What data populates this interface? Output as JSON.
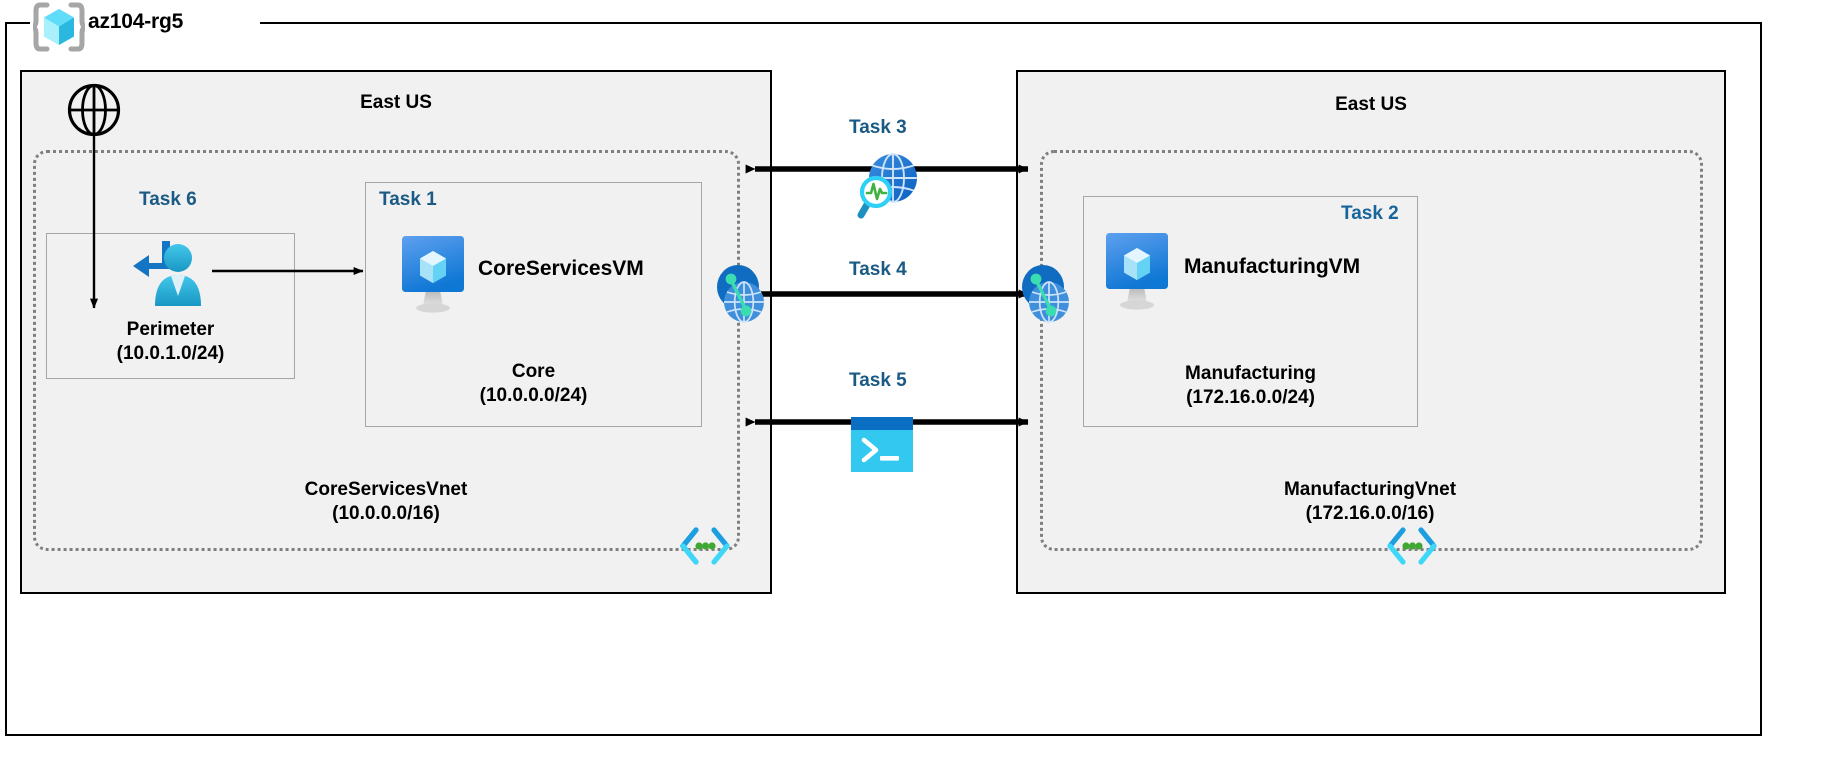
{
  "resource_group": {
    "name": "az104-rg5",
    "icon": "azure-resource-group-cube-icon"
  },
  "regions": [
    {
      "id": "left",
      "label": "East US"
    },
    {
      "id": "right",
      "label": "East US"
    }
  ],
  "vnets": [
    {
      "id": "coreservices",
      "name": "CoreServicesVnet",
      "cidr": "(10.0.0.0/16)",
      "corner_icon": "vnet-code-brackets-icon"
    },
    {
      "id": "manufacturing",
      "name": "ManufacturingVnet",
      "cidr": "(172.16.0.0/16)",
      "corner_icon": "vnet-code-brackets-icon"
    }
  ],
  "subnets": [
    {
      "id": "perimeter",
      "name": "Perimeter",
      "cidr": "(10.0.1.0/24)"
    },
    {
      "id": "core",
      "name": "Core",
      "cidr": "(10.0.0.0/24)"
    },
    {
      "id": "manufacturing",
      "name": "Manufacturing",
      "cidr": "(172.16.0.0/24)"
    }
  ],
  "virtual_machines": [
    {
      "id": "coreservicesvm",
      "name": "CoreServicesVM",
      "icon": "virtual-machine-icon"
    },
    {
      "id": "manufacturingvm",
      "name": "ManufacturingVM",
      "icon": "virtual-machine-icon"
    }
  ],
  "tasks": [
    {
      "id": "task1",
      "label": "Task 1"
    },
    {
      "id": "task2",
      "label": "Task 2"
    },
    {
      "id": "task3",
      "label": "Task 3"
    },
    {
      "id": "task4",
      "label": "Task 4"
    },
    {
      "id": "task5",
      "label": "Task 5"
    },
    {
      "id": "task6",
      "label": "Task 6"
    }
  ],
  "icons": {
    "internet": "internet-globe-icon",
    "perimeter_user": "user-endpoint-icon",
    "network_watcher": "network-watcher-globe-magnifier-icon",
    "cloud_shell": "cloud-shell-terminal-icon",
    "vnet_peering_left": "vnet-peering-icon",
    "vnet_peering_right": "vnet-peering-icon"
  },
  "colors": {
    "task_text": "#1a5a85",
    "region_fill": "#f1f1f1",
    "region_border": "#000000",
    "vnet_border": "#7f7f7f",
    "subnet_border": "#a6a6a6",
    "azure_blue": "#0078d4",
    "azure_cyan": "#32c8f0",
    "accent_green": "#4caf28"
  }
}
